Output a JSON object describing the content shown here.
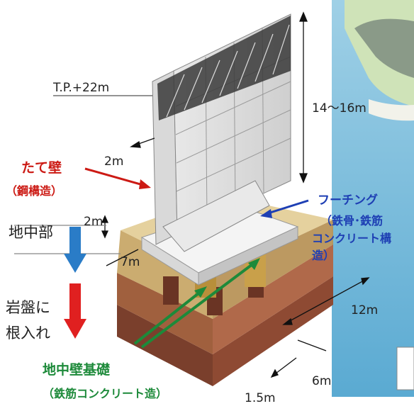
{
  "labels": {
    "tp_level": "T.P.+22m",
    "height_dim": "14～16m",
    "wall_thickness": "2m",
    "footing_thickness": "2m",
    "width_7m": "7m",
    "width_12m": "12m",
    "width_6m": "6m",
    "width_1_5m": "1.5m",
    "tate_kabe": "たて壁",
    "tate_kabe_sub": "（鋼構造）",
    "footing": "フーチング",
    "footing_sub1": "（鉄骨･鉄筋",
    "footing_sub2": "コンクリート構",
    "footing_sub3": "造）",
    "underground": "地中部",
    "bedrock1": "岩盤に",
    "bedrock2": "根入れ",
    "foundation": "地中壁基礎",
    "foundation_sub": "（鉄筋コンクリート造）"
  },
  "colors": {
    "red": "#cc1a14",
    "blue": "#1e3fb4",
    "green": "#1d8a3a",
    "arrow_blue": "#2a7cc7",
    "arrow_red": "#e02020"
  }
}
